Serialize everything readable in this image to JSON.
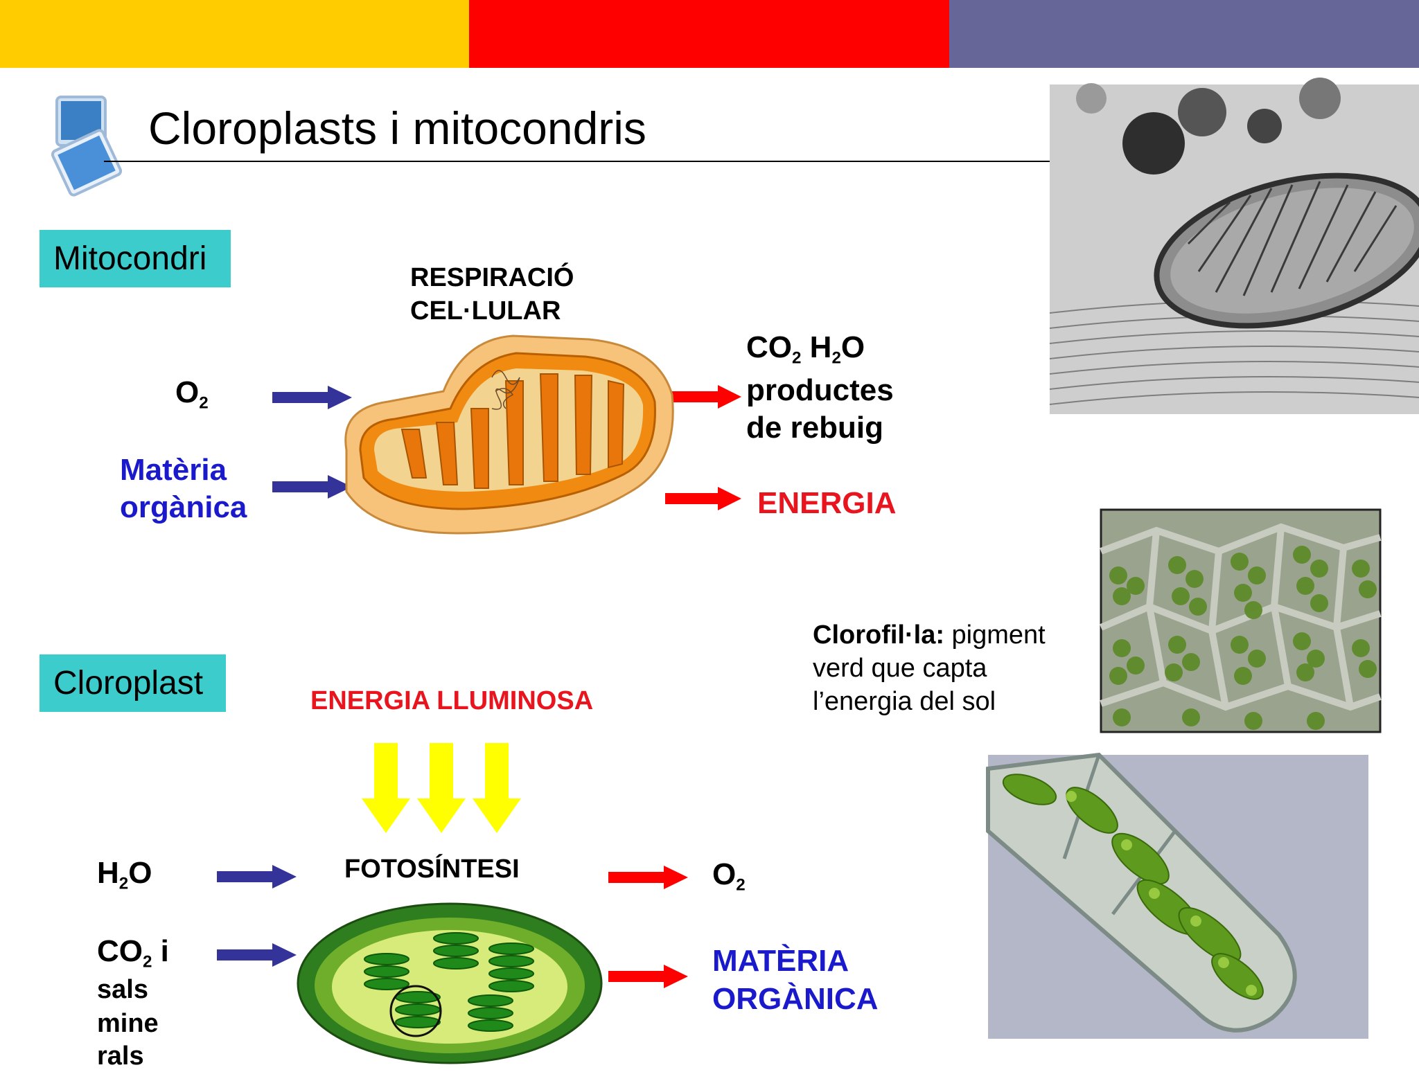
{
  "title": "Cloroplasts i mitocondris",
  "top_bar_colors": [
    "#ffcc00",
    "#ff0000",
    "#666699"
  ],
  "mito": {
    "label": "Mitocondri",
    "process_line1": "RESPIRACIÓ",
    "process_line2": "CEL·LULAR",
    "input1": "O",
    "input1_sub": "2",
    "input2_line1": "Matèria",
    "input2_line2": "orgànica",
    "out_co2": "CO",
    "out_co2_sub": "2",
    "out_h2o_a": " H",
    "out_h2o_sub": "2",
    "out_h2o_b": "O",
    "out_line2": "productes",
    "out_line3": "de rebuig",
    "out_energy": "ENERGIA"
  },
  "chloro": {
    "label": "Cloroplast",
    "energy": "ENERGIA LLUMINOSA",
    "process": "FOTOSÍNTESI",
    "in1_a": "H",
    "in1_sub": "2",
    "in1_b": "O",
    "in2_a": "CO",
    "in2_sub": "2",
    "in2_b": " i",
    "in2_line2": "sals",
    "in2_line3": "mine",
    "in2_line4": "rals",
    "out1": "O",
    "out1_sub": "2",
    "out2_line1": "MATÈRIA",
    "out2_line2": "ORGÀNICA"
  },
  "chlorophyll": {
    "term": "Clorofil·la:",
    "def1": " pigment",
    "def2": "verd que capta",
    "def3": "l’energia del sol"
  },
  "colors": {
    "blue_arrow": "#333399",
    "red_arrow": "#ff0000",
    "yellow_arrow": "#ffff00",
    "label_bg": "#3ccccc",
    "blue_text": "#1a1acc",
    "red_text": "#e8141e"
  },
  "icons": [
    "slide-logo-icon"
  ]
}
